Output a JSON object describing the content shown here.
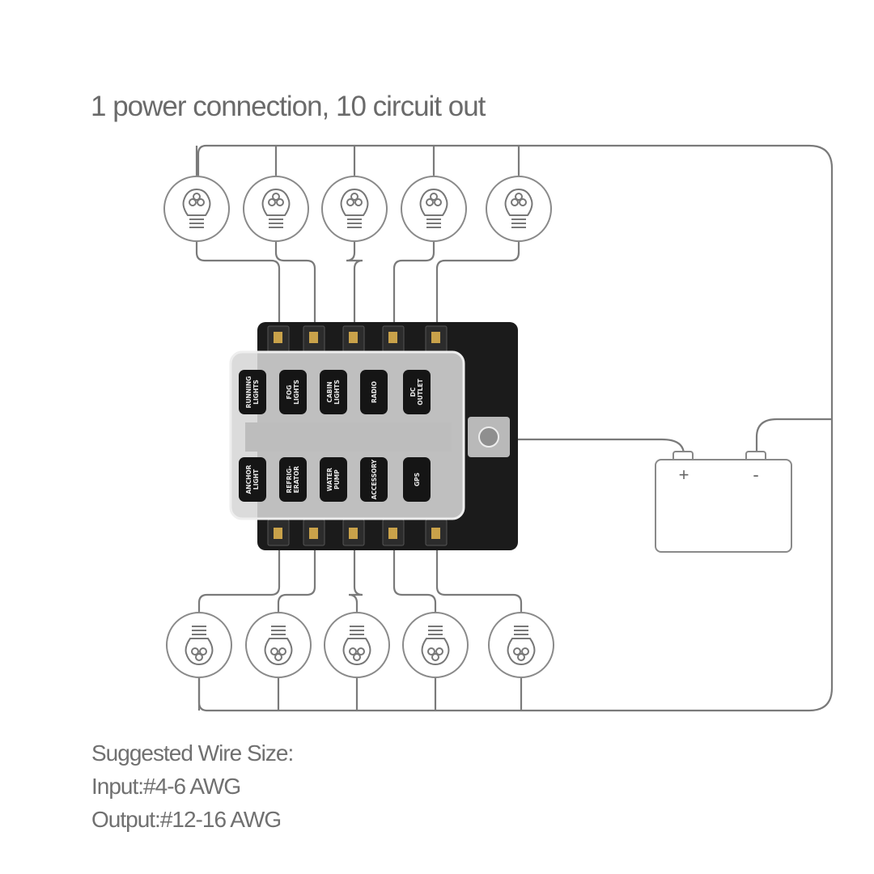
{
  "title": "1 power connection, 10 circuit out",
  "fuse_block": {
    "top_row": [
      [
        "RUNNING",
        "LIGHTS"
      ],
      [
        "FOG",
        "LIGHTS"
      ],
      [
        "CABIN",
        "LIGHTS"
      ],
      [
        "RADIO"
      ],
      [
        "DC",
        "OUTLET"
      ]
    ],
    "bottom_row": [
      [
        "ANCHOR",
        "LIGHT"
      ],
      [
        "REFRIG-",
        "ERATOR"
      ],
      [
        "WATER",
        "PUMP"
      ],
      [
        "ACCESSORY"
      ],
      [
        "GPS"
      ]
    ]
  },
  "battery": {
    "positive": "+",
    "negative": "-"
  },
  "notes": {
    "heading": "Suggested Wire Size:",
    "input": "Input:#4-6 AWG",
    "output": "Output:#12-16 AWG"
  },
  "colors": {
    "wire": "#7a7a7a",
    "block": "#1b1b1b",
    "text": "#6a6a6a"
  }
}
